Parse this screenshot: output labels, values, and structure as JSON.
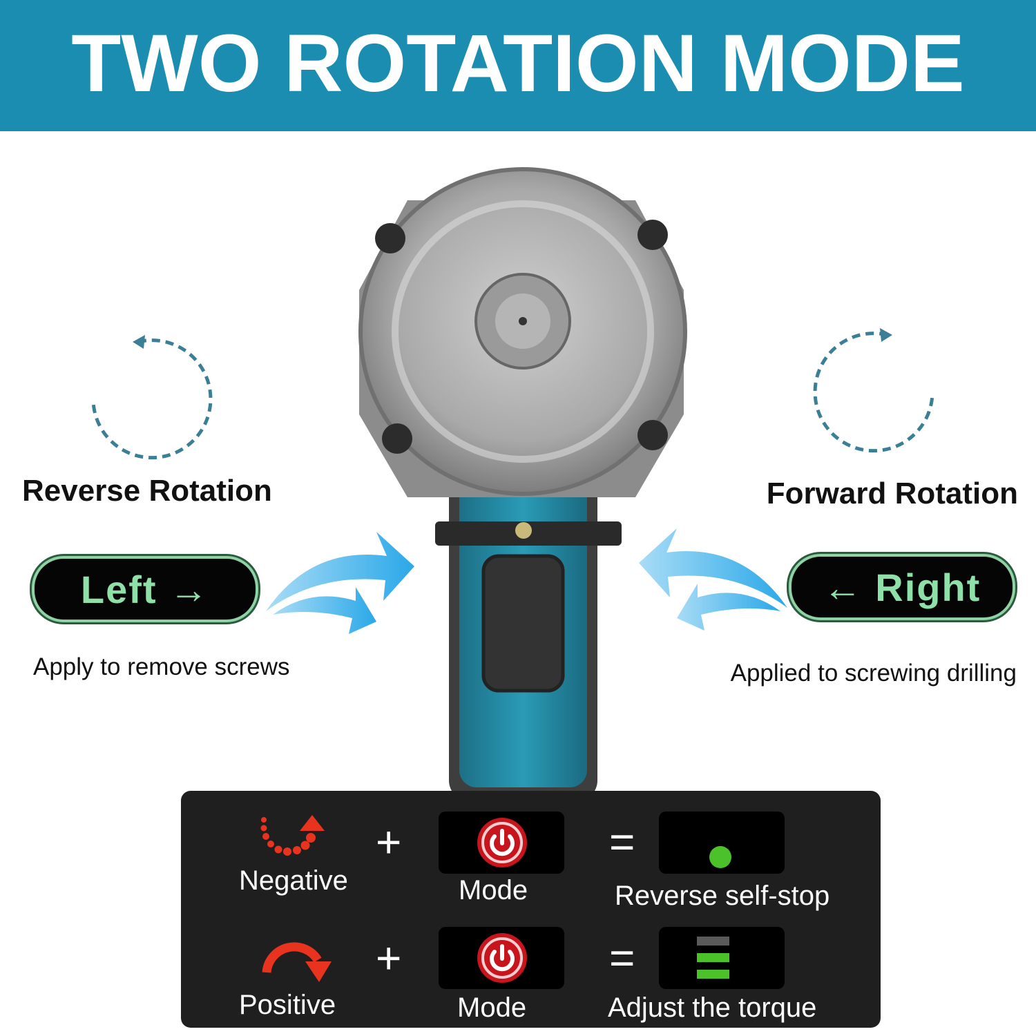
{
  "banner": {
    "title": "TWO ROTATION MODE",
    "color": "#1a8db0"
  },
  "left": {
    "heading": "Reverse Rotation",
    "pill_label": "Left →",
    "description": "Apply to remove screws",
    "rotation_icon": "counterclockwise-dashed-arrow-icon"
  },
  "right": {
    "heading": "Forward Rotation",
    "pill_label": "← Right",
    "description": "Applied to screwing drilling",
    "rotation_icon": "clockwise-dashed-arrow-icon"
  },
  "panel": {
    "rows": [
      {
        "direction": "Negative",
        "plus": "+",
        "mode": "Mode",
        "equals": "=",
        "result": "Reverse self-stop",
        "direction_icon": "dotted-counterclockwise-arrow-icon",
        "indicator": "green-dot"
      },
      {
        "direction": "Positive",
        "plus": "+",
        "mode": "Mode",
        "equals": "=",
        "result": "Adjust the torque",
        "direction_icon": "clockwise-arc-arrow-icon",
        "indicator": "torque-bars",
        "torque_bars_lit": 2,
        "torque_bars_total": 3
      }
    ]
  },
  "colors": {
    "accent_red": "#e8331e",
    "indicator_green": "#4cc22a",
    "pill_text": "#8fe0a8",
    "arrow_blue": "#3ab3ec"
  }
}
